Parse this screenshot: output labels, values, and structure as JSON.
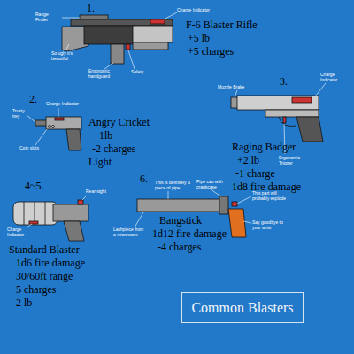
{
  "diagram": {
    "nodes": [
      {
        "text": [
          "Common Blasters"
        ]
      }
    ],
    "labels": [
      "1.",
      "Range Finder",
      "Charge Indicator",
      "F-6 Blaster Rifle",
      "+5 lb",
      "+5 charges",
      "So ugly it's beautiful",
      "Ergonomic handguard",
      "Safety",
      "2.",
      "Trusty trey",
      "Charge Indicator",
      "Angry Cricket",
      "1lb",
      "-2 charges",
      "Light",
      "Coin slots",
      "3.",
      "Muzzle Brake",
      "Charge Indicator",
      "Raging Badger",
      "+2 lb",
      "-1 charge",
      "1d8 fire damage",
      "Ergonomic Trigger",
      "4~5.",
      "Rear sight",
      "Charge Indicator",
      "Standard Blaster",
      "1d6 fire damage",
      "30/60ft range",
      "5 charges",
      "2 lb",
      "6.",
      "This is definitely a piece of pipe",
      "Pipe cap with crankcase",
      "This part will probably explode",
      "Say goodbye to your wrist",
      "Lashpiece from a microwave",
      "Bangstick",
      "1d12 fire damage",
      "-4 charges"
    ]
  }
}
